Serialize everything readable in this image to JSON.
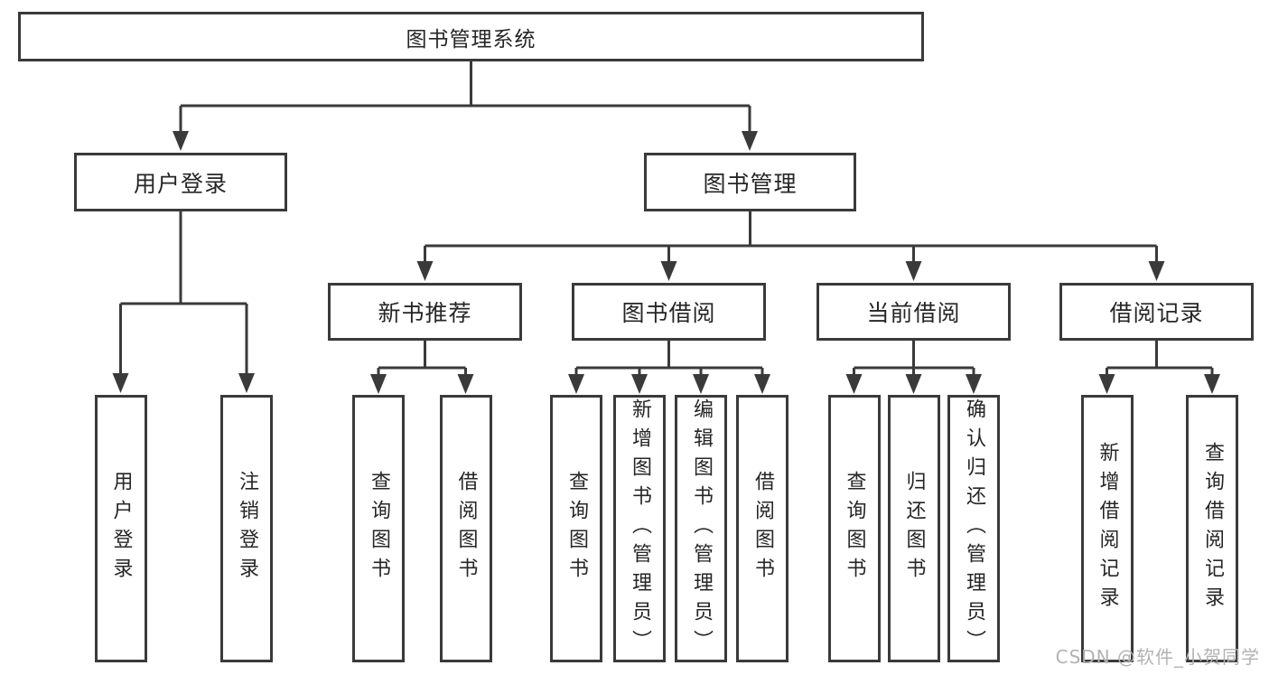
{
  "diagram": {
    "title": "图书管理系统",
    "watermark": "CSDN @软件_小贺同学",
    "colors": {
      "line": "#3a3a3a",
      "text": "#262626",
      "background": "#ffffff",
      "watermark": "#b3b3b3"
    },
    "nodes": {
      "level1": {
        "label": "图书管理系统"
      },
      "level2": [
        {
          "label": "用户登录"
        },
        {
          "label": "图书管理"
        }
      ],
      "level3": [
        {
          "label": "新书推荐"
        },
        {
          "label": "图书借阅"
        },
        {
          "label": "当前借阅"
        },
        {
          "label": "借阅记录"
        }
      ],
      "leaves": {
        "login": [
          "用户登录",
          "注销登录"
        ],
        "recommend": [
          "查询图书",
          "借阅图书"
        ],
        "borrow": [
          "查询图书",
          "新增图书（管理员）",
          "编辑图书（管理员）",
          "借阅图书"
        ],
        "current": [
          "查询图书",
          "归还图书",
          "确认归还（管理员）"
        ],
        "records": [
          "新增借阅记录",
          "查询借阅记录"
        ]
      }
    }
  }
}
